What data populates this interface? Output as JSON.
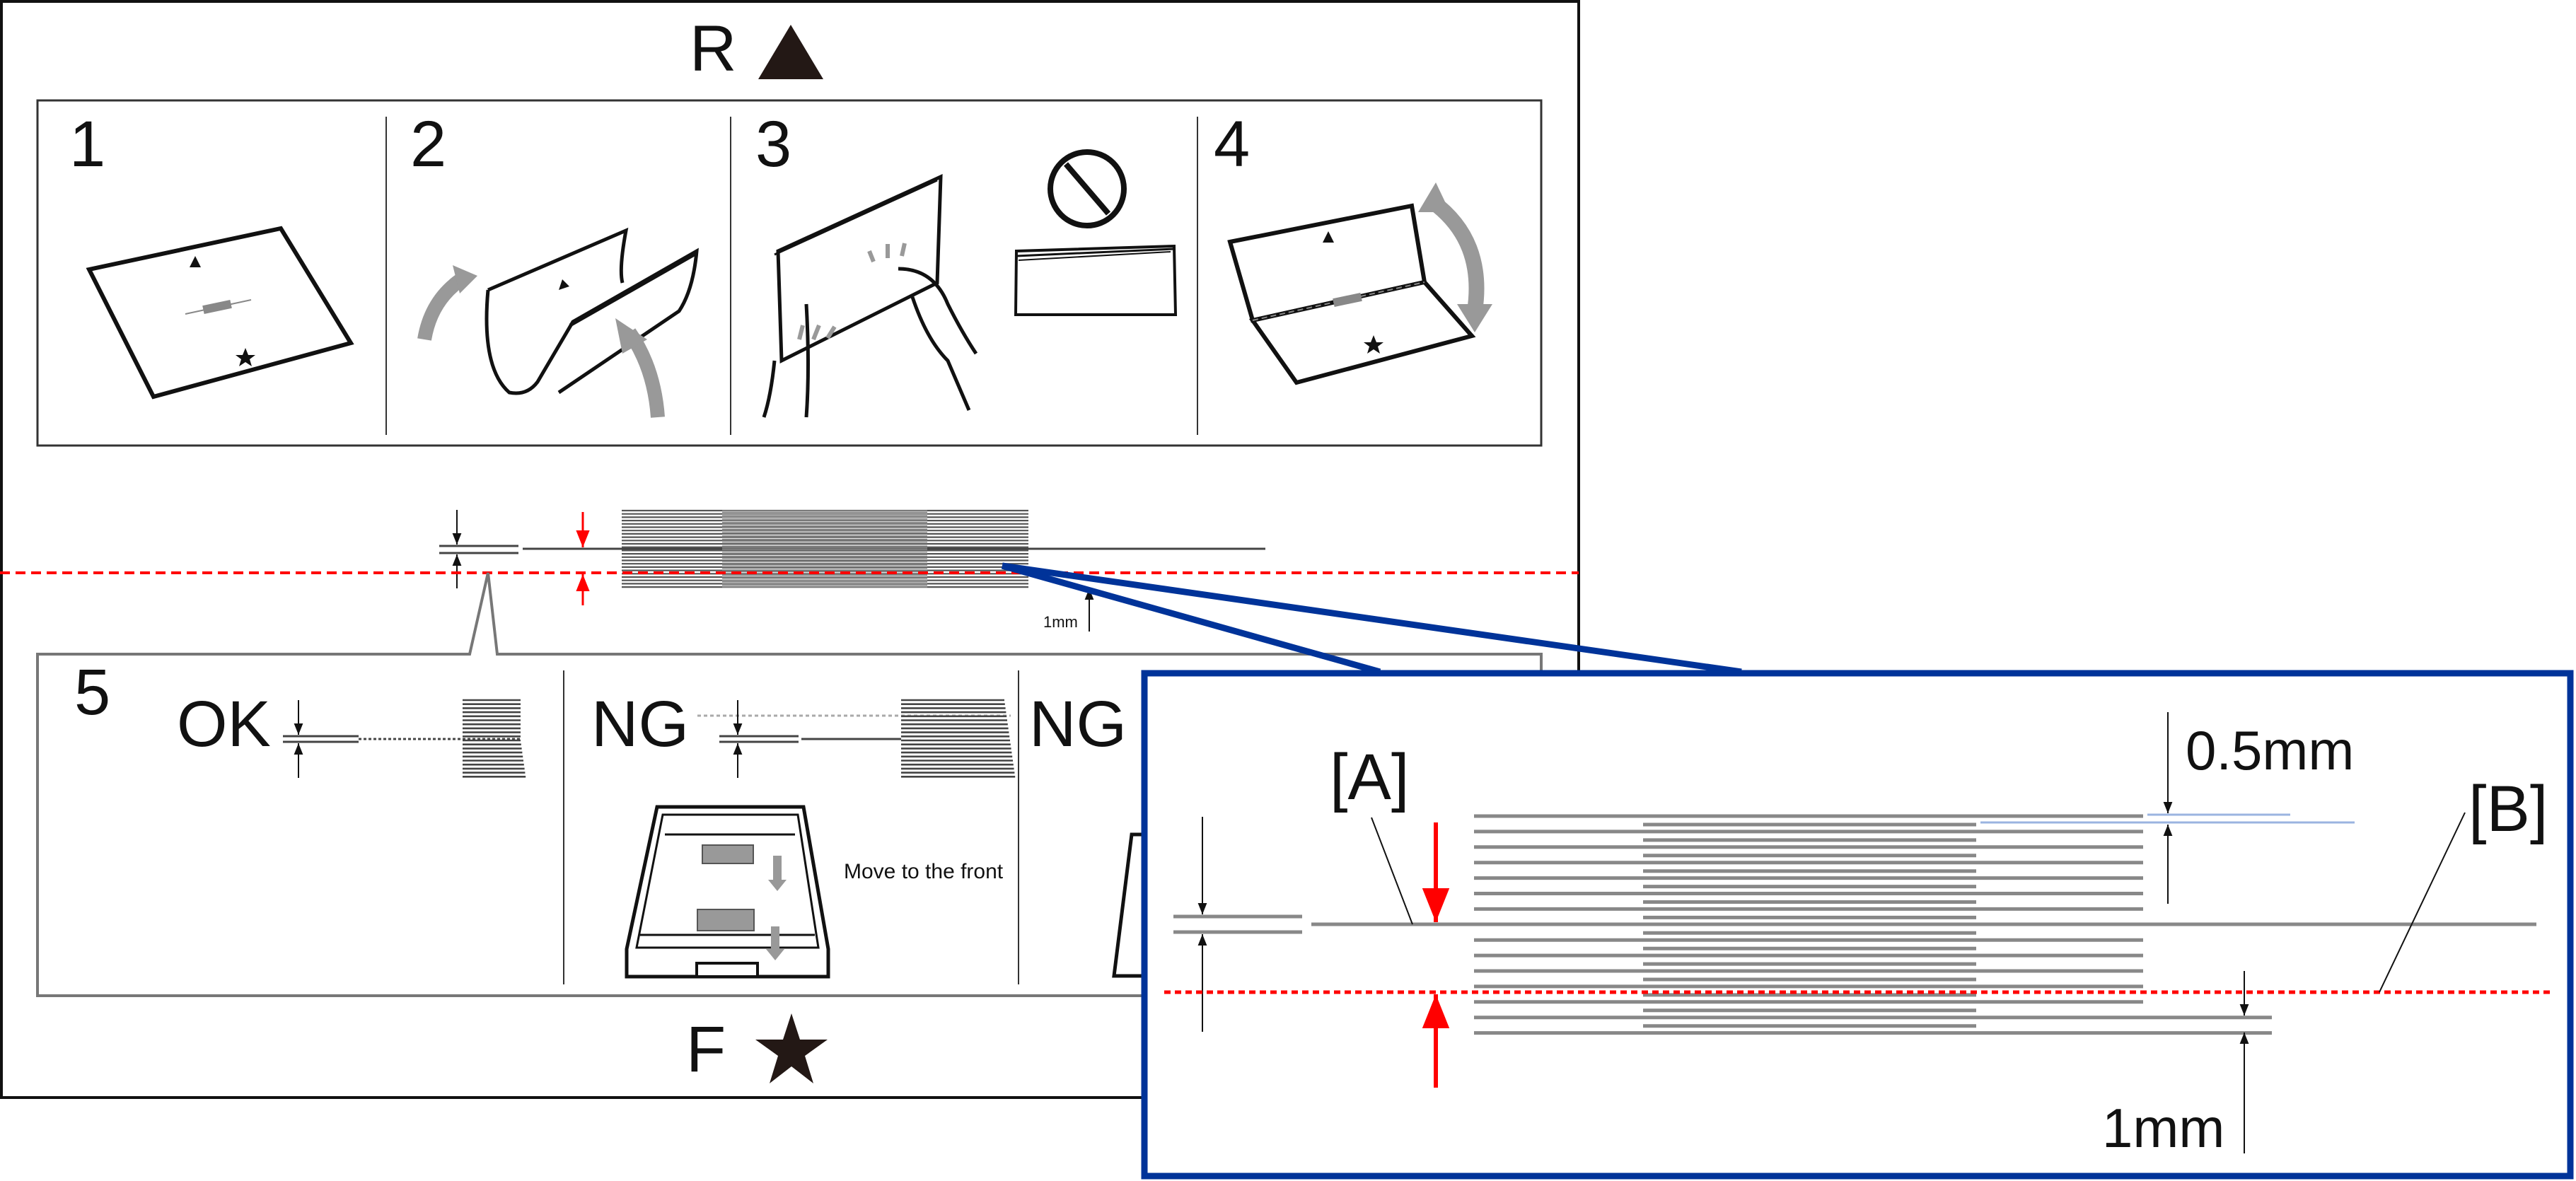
{
  "sheet": {
    "top_label": "R",
    "bottom_label": "F",
    "top_icon": "triangle-icon",
    "bottom_icon": "star-icon"
  },
  "steps": [
    {
      "number": "1",
      "icon": "sheet-with-marks-icon"
    },
    {
      "number": "2",
      "icon": "curl-sheet-arrows-icon"
    },
    {
      "number": "3",
      "icon": "fan-paper-hands-icon",
      "prohibited_icon": "prohibited-icon"
    },
    {
      "number": "4",
      "icon": "fold-sheet-arrow-icon"
    }
  ],
  "middle_diagram": {
    "dimension_label": "1mm"
  },
  "step5": {
    "number": "5",
    "cases": [
      {
        "label": "OK"
      },
      {
        "label": "NG",
        "note": "Move to the front",
        "icon": "paper-tray-icon"
      },
      {
        "label": "NG"
      }
    ]
  },
  "inset": {
    "label_a": "[A]",
    "label_b": "[B]",
    "top_dimension": "0.5mm",
    "bottom_dimension": "1mm",
    "border_color": "#003399",
    "reference_color": "#ff0000"
  }
}
